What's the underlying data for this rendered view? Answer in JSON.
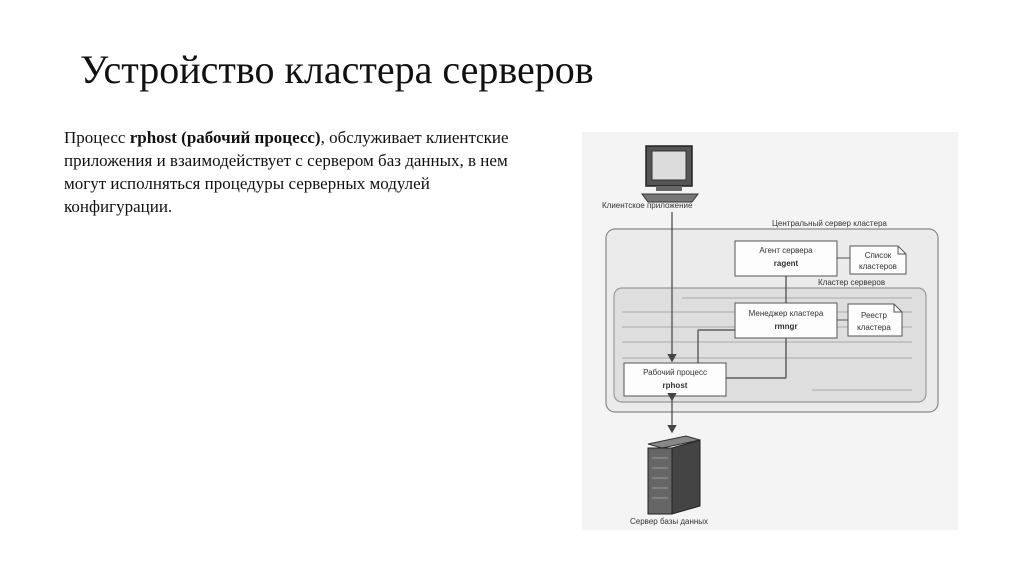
{
  "slide": {
    "title": "Устройство кластера серверов",
    "text": {
      "prefix": "Процесс ",
      "bold": "rphost (рабочий процесс)",
      "suffix": ", обслуживает клиентские приложения и взаимодействует с сервером баз данных, в нем могут исполняться процедуры серверных модулей конфигурации."
    }
  },
  "diagram": {
    "client_label": "Клиентское приложение",
    "central_label": "Центральный сервер кластера",
    "agent_line1": "Агент сервера",
    "agent_line2": "ragent",
    "list_line1": "Список",
    "list_line2": "кластеров",
    "cluster_label": "Кластер серверов",
    "manager_line1": "Менеджер кластера",
    "manager_line2": "rmngr",
    "registry_line1": "Реестр",
    "registry_line2": "кластера",
    "worker_line1": "Рабочий процесс",
    "worker_line2": "rphost",
    "db_label": "Сервер базы данных"
  }
}
